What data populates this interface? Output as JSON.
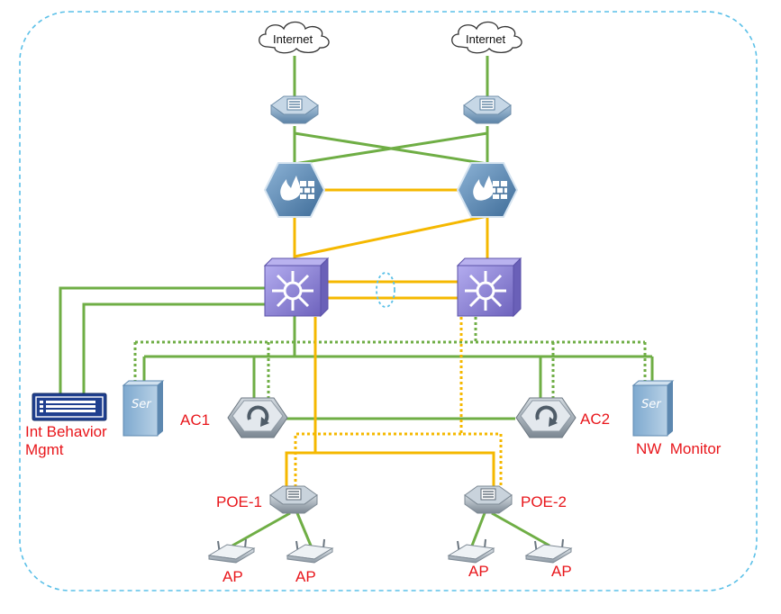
{
  "colors": {
    "boundary": "#5bc0e8",
    "link_green": "#6fae45",
    "link_yellow": "#f5b800",
    "label_red": "#e8161b",
    "core_switch": "#8f86d6",
    "device_blue": "#5d88b0",
    "ac_gray": "#8d9aa6"
  },
  "nodes": {
    "internet_left": {
      "label": "Internet",
      "icon": "cloud-icon"
    },
    "internet_right": {
      "label": "Internet",
      "icon": "cloud-icon"
    },
    "router_left": {
      "icon": "router-icon"
    },
    "router_right": {
      "icon": "router-icon"
    },
    "firewall_left": {
      "icon": "firewall-icon"
    },
    "firewall_right": {
      "icon": "firewall-icon"
    },
    "core_left": {
      "icon": "core-switch-icon"
    },
    "core_right": {
      "icon": "core-switch-icon"
    },
    "behavior_mgmt": {
      "label_line1": "Int Behavior",
      "label_line2": "Mgmt",
      "icon": "appliance-icon"
    },
    "server_left": {
      "text": "Ser",
      "icon": "server-icon"
    },
    "server_right": {
      "text": "Ser",
      "icon": "server-icon"
    },
    "ac1": {
      "label": "AC1",
      "icon": "wireless-controller-icon"
    },
    "ac2": {
      "label": "AC2",
      "icon": "wireless-controller-icon"
    },
    "nw_monitor": {
      "label": "NW  Monitor"
    },
    "poe1": {
      "label": "POE-1",
      "icon": "switch-icon"
    },
    "poe2": {
      "label": "POE-2",
      "icon": "switch-icon"
    },
    "aps": [
      {
        "label": "AP",
        "icon": "access-point-icon"
      },
      {
        "label": "AP",
        "icon": "access-point-icon"
      },
      {
        "label": "AP",
        "icon": "access-point-icon"
      },
      {
        "label": "AP",
        "icon": "access-point-icon"
      }
    ]
  }
}
